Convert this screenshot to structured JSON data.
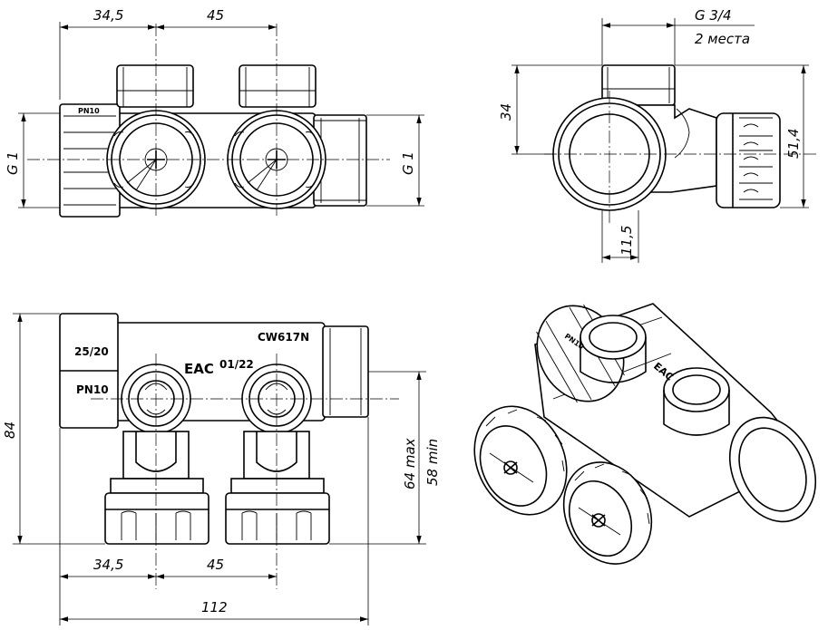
{
  "top_view": {
    "dims": {
      "left_offset": "34,5",
      "spacing": "45",
      "left_thread": "G 1",
      "right_thread": "G 1"
    },
    "marking": "PN10"
  },
  "side_view": {
    "dims": {
      "outlet_thread": "G 3/4",
      "outlet_count": "2 места",
      "height_to_outlet": "34",
      "total_height": "51,4",
      "outlet_offset": "11,5"
    }
  },
  "front_view": {
    "dims": {
      "height": "84",
      "max_height": "64 max",
      "min_height": "58 min",
      "left_offset": "34,5",
      "spacing": "45",
      "length": "112"
    },
    "markings": {
      "size": "25/20",
      "pressure": "PN10",
      "cert": "EAC",
      "date": "01/22",
      "material": "CW617N"
    }
  },
  "iso_view": {
    "markings": {
      "pressure": "PN10",
      "cert": "EAC"
    }
  }
}
